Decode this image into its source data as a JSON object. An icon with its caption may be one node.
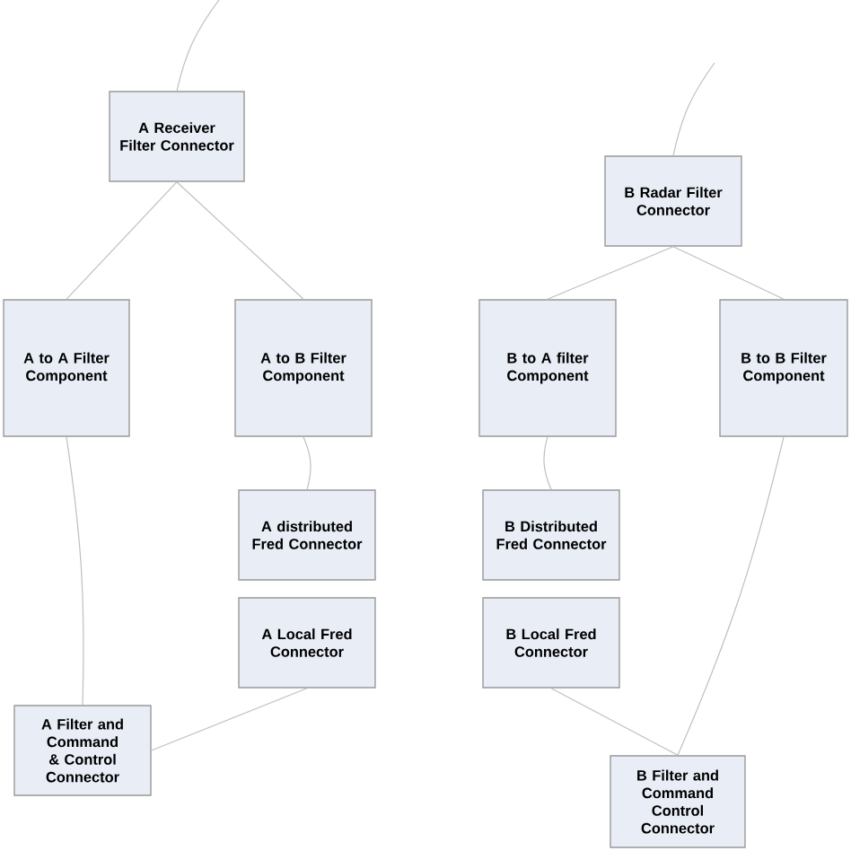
{
  "diagram": {
    "nodes": [
      {
        "text": [
          "A Receiver Filter Connector"
        ]
      },
      {
        "text": [
          "A to A Filter Component"
        ]
      },
      {
        "text": [
          "A to B Filter Component"
        ]
      },
      {
        "text": [
          "A distributed Fred Connector"
        ]
      },
      {
        "text": [
          "A Local Fred Connector"
        ]
      },
      {
        "text": [
          "A Filter and Command & Control Connector"
        ]
      },
      {
        "text": [
          "B Radar Filter Connector"
        ]
      },
      {
        "text": [
          "B to A filter Component"
        ]
      },
      {
        "text": [
          "B to B Filter Component"
        ]
      },
      {
        "text": [
          "B Distributed Fred Connector"
        ]
      },
      {
        "text": [
          "B Local Fred Connector"
        ]
      },
      {
        "text": [
          "B Filter and Command Control Connector"
        ]
      }
    ],
    "edges": [
      {
        "from": null,
        "to": 0,
        "arrow": "none"
      },
      {
        "from": 0,
        "to": 1,
        "arrow": "none"
      },
      {
        "from": 0,
        "to": 2,
        "arrow": "none"
      },
      {
        "from": 2,
        "to": 3,
        "arrow": "none"
      },
      {
        "from": 1,
        "to": 5,
        "arrow": "none"
      },
      {
        "from": 4,
        "to": 5,
        "arrow": "none"
      },
      {
        "from": null,
        "to": 6,
        "arrow": "none"
      },
      {
        "from": 6,
        "to": 7,
        "arrow": "none"
      },
      {
        "from": 6,
        "to": 8,
        "arrow": "none"
      },
      {
        "from": 7,
        "to": 9,
        "arrow": "none"
      },
      {
        "from": 10,
        "to": 11,
        "arrow": "none"
      },
      {
        "from": 8,
        "to": 11,
        "arrow": "none"
      }
    ]
  }
}
